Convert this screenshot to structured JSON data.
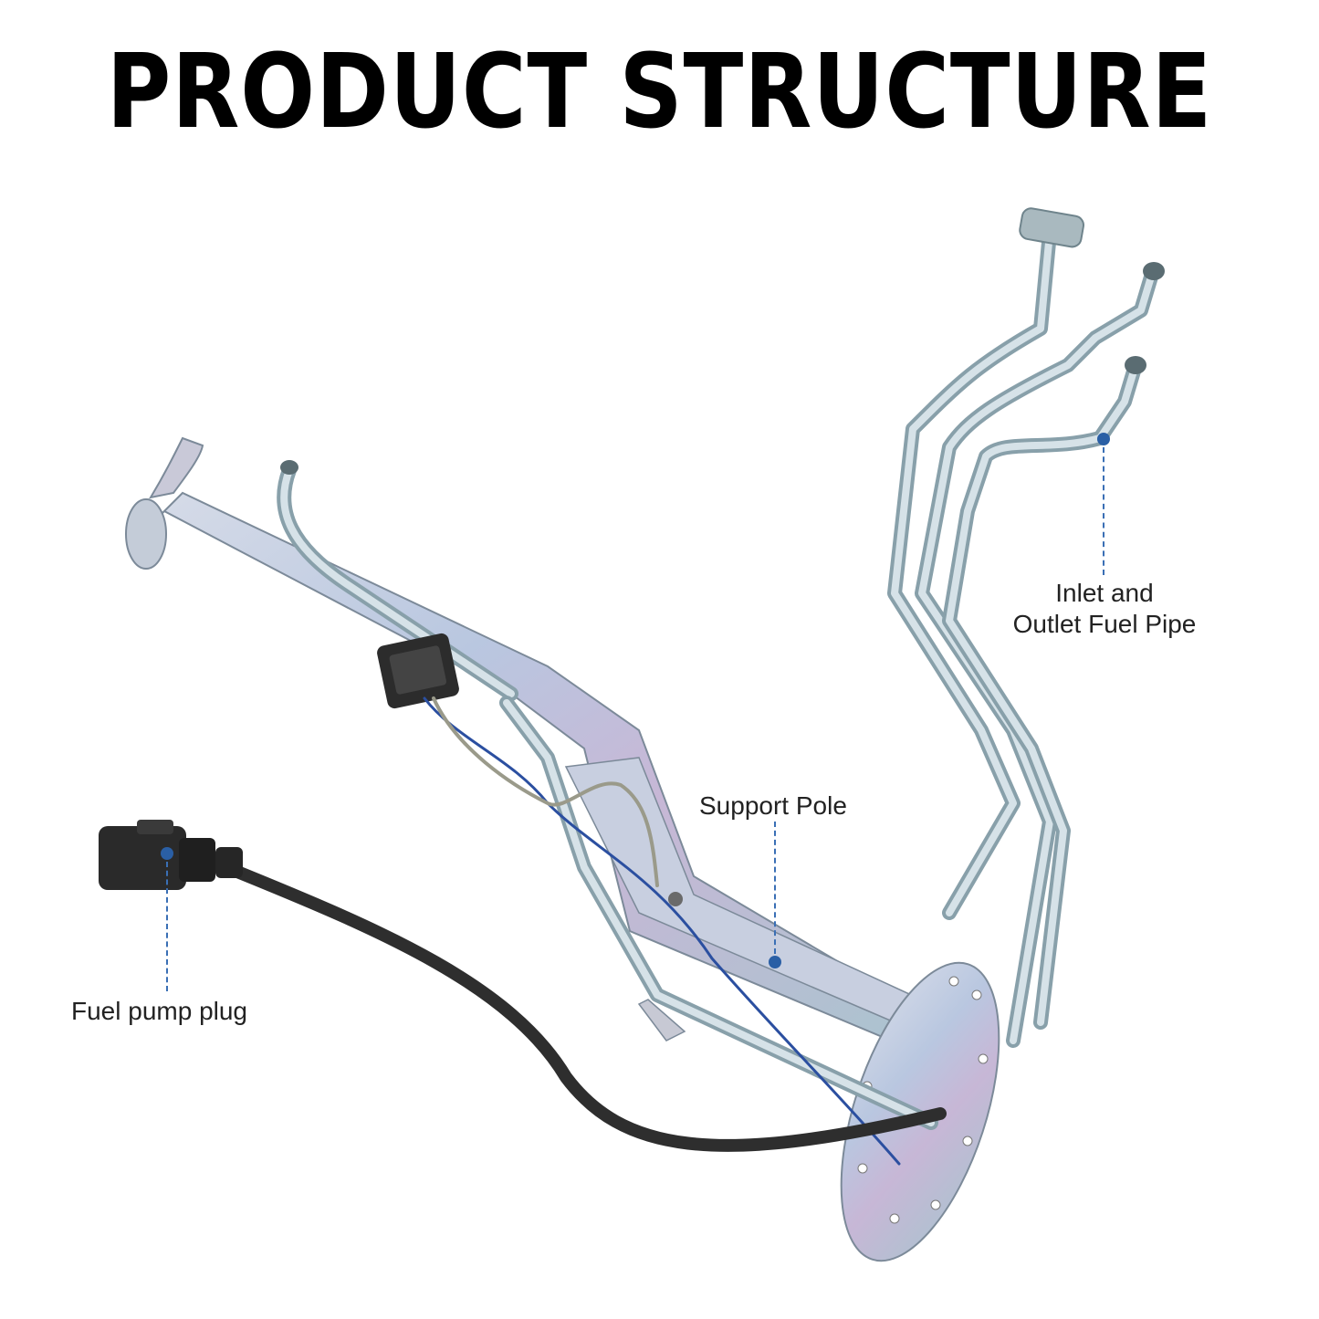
{
  "title": "PRODUCT STRUCTURE",
  "labels": {
    "inlet_line1": "Inlet and",
    "inlet_line2": "Outlet Fuel Pipe",
    "support": "Support Pole",
    "plug": "Fuel pump plug"
  },
  "colors": {
    "accent_dot": "#2a5fa5",
    "metal": "#b8c6d6",
    "cable": "#2e2e2e"
  }
}
